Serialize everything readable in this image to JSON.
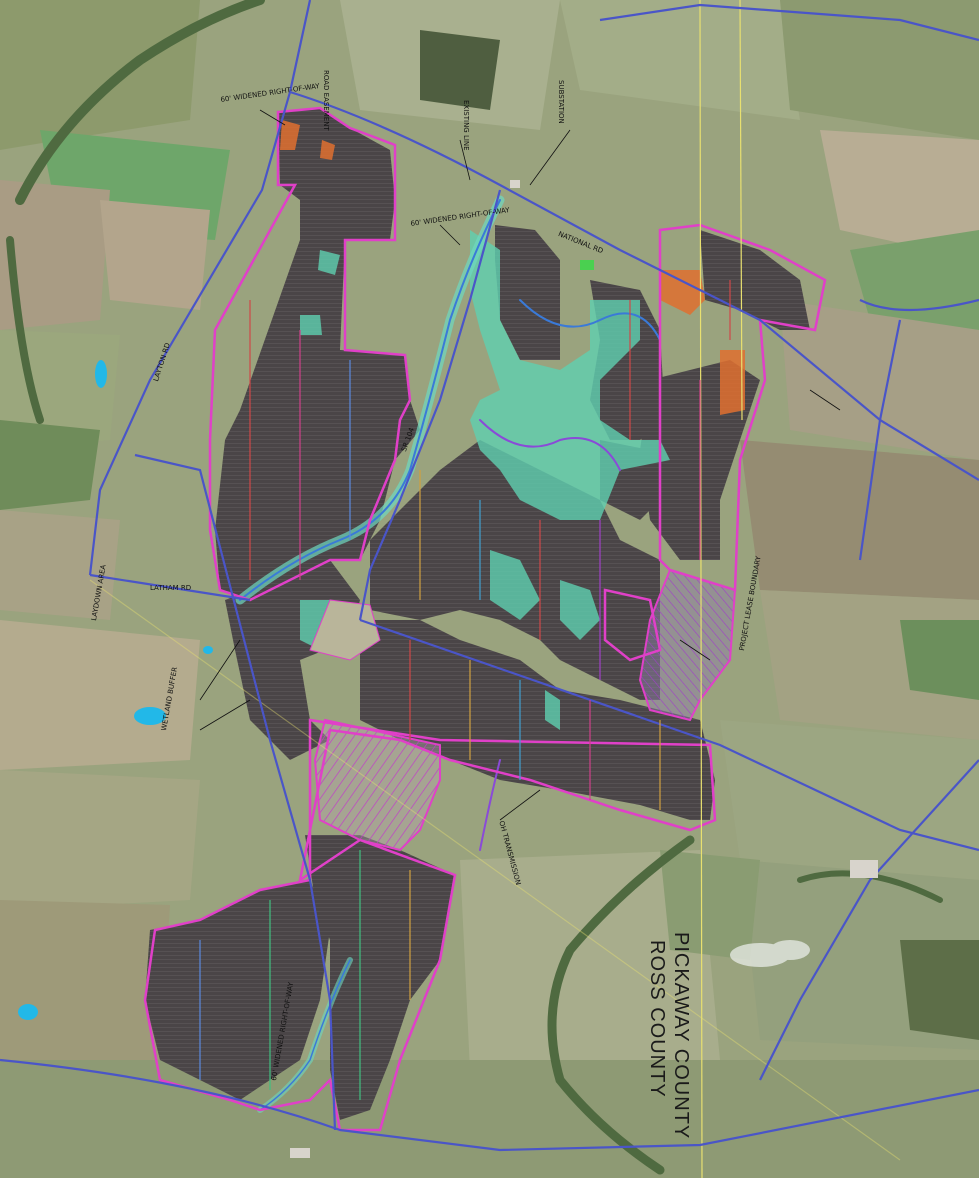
{
  "map": {
    "colors": {
      "farmland_base": "#9aa37e",
      "solar_array": "#4a4547",
      "project_boundary": "#e040c8",
      "road": "#4a55c8",
      "county_line": "#e8e070",
      "wetland": "#5fd0b0",
      "water": "#22b8e8",
      "hatch": "#c040c8",
      "substation": "#e07030"
    },
    "county_labels": {
      "north": "PICKAWAY COUNTY",
      "south": "ROSS COUNTY"
    },
    "annotations": {
      "row_north": "60' WIDENED RIGHT-OF-WAY",
      "row_center": "60' WIDENED RIGHT-OF-WAY",
      "row_south": "60' WIDENED RIGHT-OF-WAY",
      "project_boundary": "PROJECT LEASE BOUNDARY",
      "substation": "SUBSTATION",
      "road_easement": "ROAD EASEMENT",
      "collection_line": "OH TRANSMISSION",
      "laydown": "LAYDOWN AREA",
      "road_west": "LAYTON RD",
      "road_east": "SR 104",
      "road_northeast": "NATIONAL RD",
      "road_mid": "LATHAM RD",
      "existing_line": "EXISTING LINE",
      "wetland_note": "WETLAND BUFFER"
    }
  }
}
